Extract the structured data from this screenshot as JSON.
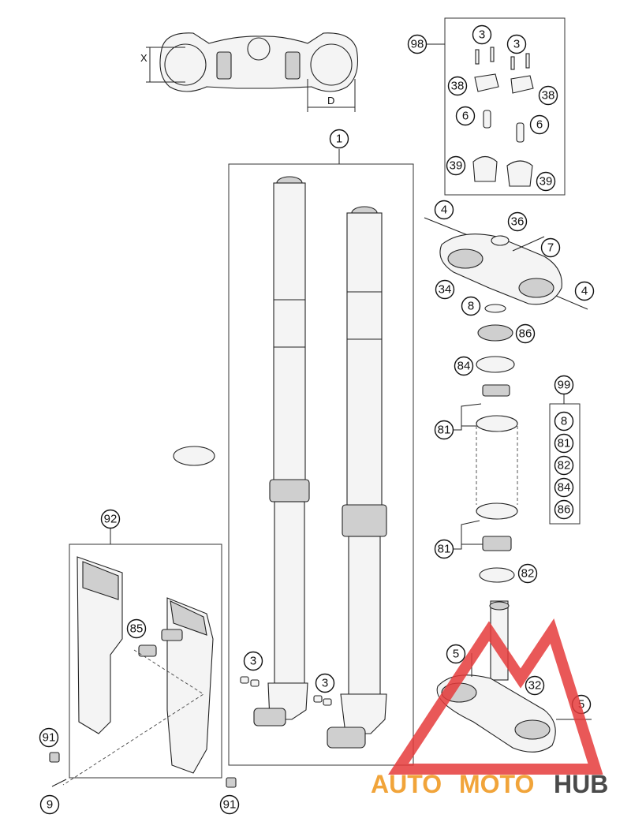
{
  "diagram": {
    "dimension_labels": {
      "x": "X",
      "d": "D"
    },
    "watermark": {
      "text_part1": "AUTO",
      "text_part2": "MOTO",
      "text_part3": "HUB",
      "color_primary": "#f1a43a",
      "color_secondary": "#4a4a4a",
      "triangle_color": "#e53b3b"
    },
    "callouts": {
      "c1": "1",
      "c3a": "3",
      "c3b": "3",
      "c3c": "3",
      "c3d": "3",
      "c4a": "4",
      "c4b": "4",
      "c5a": "5",
      "c5b": "5",
      "c6a": "6",
      "c6b": "6",
      "c7": "7",
      "c8a": "8",
      "c8b": "8",
      "c9": "9",
      "c32": "32",
      "c34": "34",
      "c36": "36",
      "c38a": "38",
      "c38b": "38",
      "c39a": "39",
      "c39b": "39",
      "c81a": "81",
      "c81b": "81",
      "c81c": "81",
      "c82a": "82",
      "c82b": "82",
      "c84a": "84",
      "c84b": "84",
      "c85": "85",
      "c86a": "86",
      "c86b": "86",
      "c91a": "91",
      "c91b": "91",
      "c92": "92",
      "c98": "98",
      "c99": "99"
    }
  }
}
